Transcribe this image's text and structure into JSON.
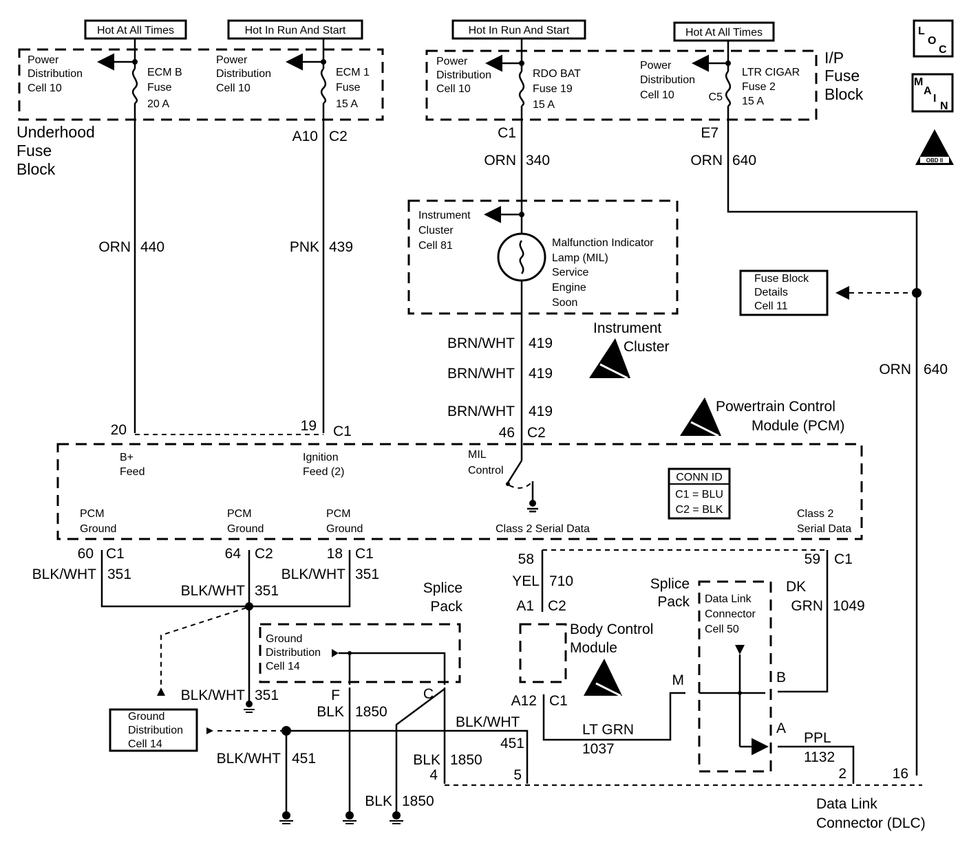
{
  "header_labels": {
    "hot_all_times_1": "Hot At All Times",
    "hot_run_start_1": "Hot In Run And Start",
    "hot_run_start_2": "Hot In Run And Start",
    "hot_all_times_2": "Hot At All Times"
  },
  "badges": {
    "loc": [
      "L",
      "O",
      "C"
    ],
    "main": [
      "M",
      "A",
      "I",
      "N"
    ],
    "obd": "OBD II"
  },
  "underhood": {
    "title": [
      "Underhood",
      "Fuse",
      "Block"
    ],
    "pd_a": [
      "Power",
      "Distribution",
      "Cell 10"
    ],
    "fuse_a": [
      "ECM B",
      "Fuse",
      "20 A"
    ],
    "pd_b": [
      "Power",
      "Distribution",
      "Cell 10"
    ],
    "fuse_b": [
      "ECM 1",
      "Fuse",
      "15 A"
    ]
  },
  "ip_block": {
    "title": [
      "I/P",
      "Fuse",
      "Block"
    ],
    "pd_a": [
      "Power",
      "Distribution",
      "Cell 10"
    ],
    "fuse_a": [
      "RDO BAT",
      "Fuse 19",
      "15 A"
    ],
    "pd_b": [
      "Power",
      "Distribution",
      "Cell 10"
    ],
    "fuse_b": [
      "LTR CIGAR",
      "Fuse 2",
      "15 A"
    ],
    "c5": "C5"
  },
  "wires": {
    "w440": {
      "color": "ORN",
      "num": "440"
    },
    "w439": {
      "color": "PNK",
      "num": "439"
    },
    "w340": {
      "color": "ORN",
      "num": "340"
    },
    "w640a": {
      "color": "ORN",
      "num": "640"
    },
    "w640b": {
      "color": "ORN",
      "num": "640"
    },
    "w419a": {
      "color": "BRN/WHT",
      "num": "419"
    },
    "w419b": {
      "color": "BRN/WHT",
      "num": "419"
    },
    "w419c": {
      "color": "BRN/WHT",
      "num": "419"
    },
    "w351a": {
      "color": "BLK/WHT",
      "num": "351"
    },
    "w351b": {
      "color": "BLK/WHT",
      "num": "351"
    },
    "w351c": {
      "color": "BLK/WHT",
      "num": "351"
    },
    "w351d": {
      "color": "BLK/WHT",
      "num": "351"
    },
    "w710": {
      "color": "YEL",
      "num": "710"
    },
    "w1049": {
      "color1": "DK",
      "color2": "GRN",
      "num": "1049"
    },
    "w1850a": {
      "color": "BLK",
      "num": "1850"
    },
    "w1850b": {
      "color": "BLK",
      "num": "1850"
    },
    "w1850c": {
      "color": "BLK",
      "num": "1850"
    },
    "w451a": {
      "color": "BLK/WHT",
      "num": "451"
    },
    "w451b": {
      "color": "BLK/WHT",
      "num": "451"
    },
    "w1037": {
      "color": "LT GRN",
      "num": "1037"
    },
    "w1132": {
      "color": "PPL",
      "num": "1132"
    }
  },
  "connectors": {
    "a10": "A10",
    "c2a": "C2",
    "c1a": "C1",
    "e7": "E7",
    "p20": "20",
    "p19": "19",
    "c1b": "C1",
    "p46": "46",
    "c2b": "C2",
    "p60": "60",
    "c1c": "C1",
    "p64": "64",
    "c2c": "C2",
    "p18": "18",
    "c1d": "C1",
    "p58": "58",
    "p59": "59",
    "c1e": "C1",
    "a1": "A1",
    "c2d": "C2",
    "a12": "A12",
    "c1f": "C1",
    "f": "F",
    "c": "C",
    "p4": "4",
    "p5": "5",
    "m": "M",
    "b": "B",
    "a": "A",
    "p2": "2",
    "p16": "16"
  },
  "cluster": {
    "ref": [
      "Instrument",
      "Cluster",
      "Cell 81"
    ],
    "lamp": [
      "Malfunction Indicator",
      "Lamp (MIL)",
      "Service",
      "Engine",
      "Soon"
    ],
    "title": [
      "Instrument",
      "Cluster"
    ]
  },
  "fuse_details": [
    "Fuse Block",
    "Details",
    "Cell 11"
  ],
  "pcm": {
    "title": [
      "Powertrain Control",
      "Module (PCM)"
    ],
    "bplus": [
      "B+",
      "Feed"
    ],
    "ign": [
      "Ignition",
      "Feed (2)"
    ],
    "mil": [
      "MIL",
      "Control"
    ],
    "gnd1": [
      "PCM",
      "Ground"
    ],
    "gnd2": [
      "PCM",
      "Ground"
    ],
    "gnd3": [
      "PCM",
      "Ground"
    ],
    "serial1": "Class 2 Serial Data",
    "serial2": [
      "Class 2",
      "Serial Data"
    ],
    "conn_id": {
      "title": "CONN ID",
      "c1": "C1 = BLU",
      "c2": "C2 = BLK"
    }
  },
  "splice_pack_1": [
    "Splice",
    "Pack"
  ],
  "splice_pack_2": [
    "Splice",
    "Pack"
  ],
  "ground_dist_inner": [
    "Ground",
    "Distribution",
    "Cell 14"
  ],
  "ground_dist_box": [
    "Ground",
    "Distribution",
    "Cell 14"
  ],
  "bcm": [
    "Body Control",
    "Module"
  ],
  "dlc_ref": [
    "Data Link",
    "Connector",
    "Cell 50"
  ],
  "dlc": [
    "Data Link",
    "Connector (DLC)"
  ]
}
